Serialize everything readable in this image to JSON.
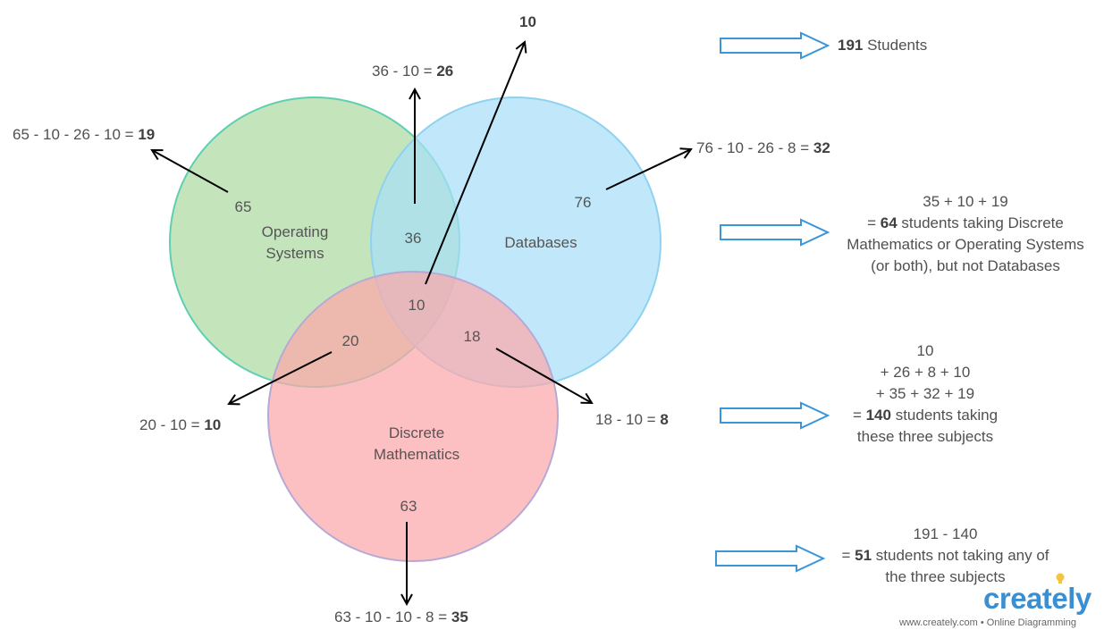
{
  "sets": {
    "operating_systems": {
      "label_line1": "Operating",
      "label_line2": "Systems",
      "total": "65",
      "color": "#b5ddaa"
    },
    "databases": {
      "label": "Databases",
      "total": "76",
      "color": "#a7dff8"
    },
    "discrete_math": {
      "label_line1": "Discrete",
      "label_line2": "Mathematics",
      "total": "63",
      "color": "#fca7ab"
    }
  },
  "regions": {
    "os_db": "36",
    "os_dm": "20",
    "db_dm": "18",
    "all_three": "10"
  },
  "calculations": {
    "all_three": {
      "value": "10"
    },
    "os_db_only": {
      "expr": "36 - 10 = ",
      "value": "26"
    },
    "os_only": {
      "expr": "65 - 10 - 26 - 10 = ",
      "value": "19"
    },
    "db_only": {
      "expr": "76 - 10 - 26 - 8 = ",
      "value": "32"
    },
    "os_dm_only": {
      "expr": "20 - 10 = ",
      "value": "10"
    },
    "db_dm_only": {
      "expr": "18 - 10 = ",
      "value": "8"
    },
    "dm_only": {
      "expr": "63 - 10 - 10 - 8 = ",
      "value": "35"
    }
  },
  "notes": {
    "total": {
      "value": "191",
      "text": " Students"
    },
    "not_databases": {
      "line1": "35 + 10 + 19",
      "prefix": "= ",
      "value": "64",
      "line2_rest": " students taking Discrete",
      "line3": "Mathematics or Operating Systems",
      "line4": "(or both), but not Databases"
    },
    "any_subject": {
      "line1": "10",
      "line2": "+ 26 + 8 + 10",
      "line3": "+ 35 + 32 + 19",
      "prefix": "= ",
      "value": "140",
      "line4_rest": " students taking",
      "line5": "these three subjects"
    },
    "none": {
      "line1": "191 - 140",
      "prefix": "= ",
      "value": "51",
      "line2_rest": " students not taking any of",
      "line3": "the three subjects"
    }
  },
  "branding": {
    "logo": "creately",
    "tagline": "www.creately.com • Online Diagramming"
  },
  "colors": {
    "os_stroke": "#5fcfb2",
    "db_stroke": "#8fd2f0",
    "dm_stroke": "#b5a9d6",
    "arrow": "#000000",
    "note_arrow": "#3b95d9",
    "logo": "#3b8fd0"
  }
}
